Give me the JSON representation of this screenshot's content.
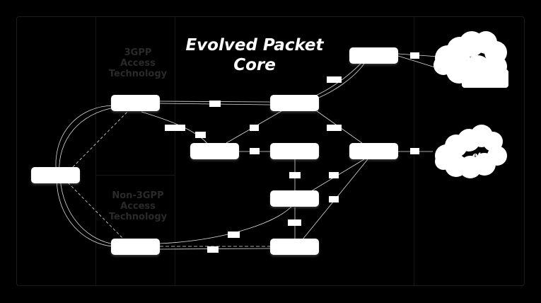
{
  "diagram": {
    "title": "Evolved Packet Core",
    "zones": [
      {
        "id": "3gpp",
        "label": "3GPP\nAccess\nTechnology"
      },
      {
        "id": "non3gpp",
        "label": "Non-3GPP\nAccess\nTechnology"
      }
    ],
    "pdn_label": ")\net,",
    "nodes": [
      {
        "id": "ue",
        "label": ""
      },
      {
        "id": "enodeb",
        "label": ""
      },
      {
        "id": "non3gpp-access",
        "label": ""
      },
      {
        "id": "mme",
        "label": ""
      },
      {
        "id": "sgw",
        "label": ""
      },
      {
        "id": "hss",
        "label": ""
      },
      {
        "id": "pcrf",
        "label": ""
      },
      {
        "id": "epdg",
        "label": ""
      },
      {
        "id": "aaa",
        "label": ""
      },
      {
        "id": "pgw-top",
        "label": ""
      },
      {
        "id": "pgw",
        "label": ""
      }
    ],
    "clouds": [
      {
        "id": "cloud-top",
        "label": ""
      },
      {
        "id": "cloud-pdn",
        "label": ""
      }
    ],
    "colors": {
      "background": "#000000",
      "node": "#ffffff",
      "line": "#dddddd",
      "zone_text": "#2a2a2a"
    }
  }
}
